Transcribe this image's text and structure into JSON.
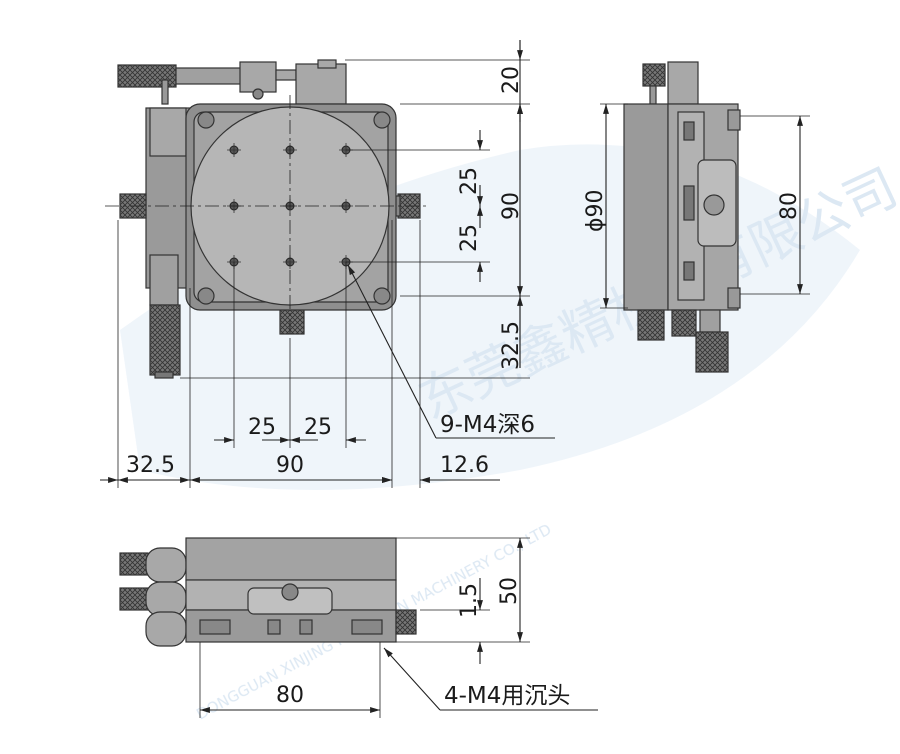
{
  "top_view": {
    "dims": {
      "top": "20",
      "hole_pitch_upper": "25",
      "height": "90",
      "hole_pitch_lower": "25",
      "bottom": "32.5",
      "pitch_x_left": "25",
      "pitch_x_right": "25",
      "left": "32.5",
      "width": "90",
      "right": "12.6"
    },
    "hole_callout": "9-M4深6"
  },
  "side_view": {
    "diameter": "ϕ90",
    "height": "80"
  },
  "front_view": {
    "height": "50",
    "offset": "1.5",
    "width": "80",
    "hole_callout": "4-M4用沉头"
  },
  "watermark": {
    "company_cn": "东莞鑫精机械有限公司",
    "company_en": "DONGGUAN XINJING PRECISION MACHINERY CO., LTD"
  },
  "colors": {
    "body": "#9a9a9a",
    "table": "#b4b4b4",
    "dark": "#5a5a5a",
    "line": "#222222",
    "watermark": "#d9e6f2"
  }
}
